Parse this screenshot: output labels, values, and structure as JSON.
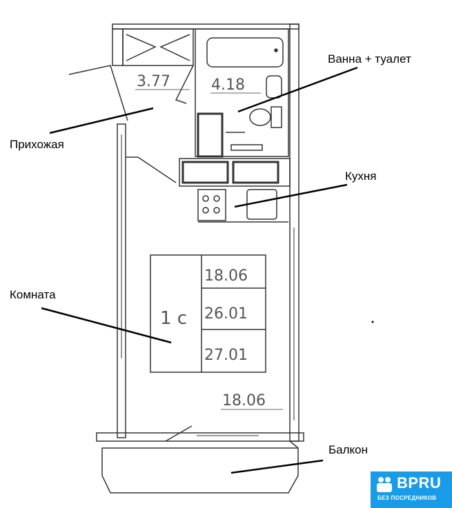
{
  "labels": {
    "bath_toilet": "Ванна + туалет",
    "hallway": "Прихожая",
    "kitchen": "Кухня",
    "room": "Комната",
    "balcony": "Балкон"
  },
  "areas": {
    "hallway": "3.77",
    "bathroom": "4.18",
    "room": "18.06"
  },
  "legend_table": {
    "type": "1 с",
    "rows": [
      "18.06",
      "26.01",
      "27.01"
    ]
  },
  "logo": {
    "brand": "BPRU",
    "tagline": "БЕЗ ПОСРЕДНИКОВ",
    "color": "#1a9be8"
  }
}
